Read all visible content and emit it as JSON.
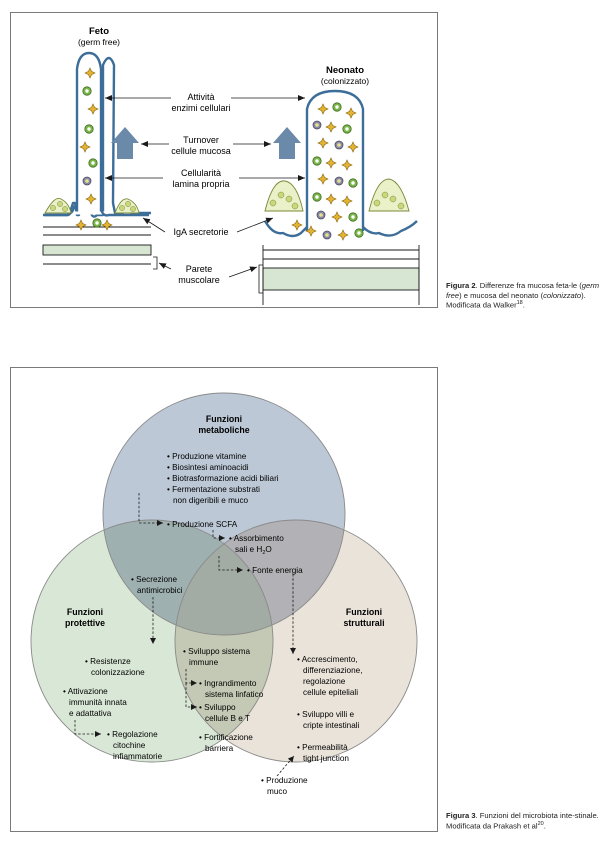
{
  "figure2": {
    "fetus_title": "Feto",
    "fetus_subtitle": "(germ free)",
    "newborn_title": "Neonato",
    "newborn_subtitle": "(colonizzato)",
    "labels": [
      {
        "line1": "Attività",
        "line2": "enzimi cellulari"
      },
      {
        "line1": "Turnover",
        "line2": "cellule mucosa"
      },
      {
        "line1": "Cellularità",
        "line2": "lamina propria"
      },
      {
        "line1": "IgA secretorie",
        "line2": ""
      },
      {
        "line1": "Parete",
        "line2": "muscolare"
      }
    ],
    "caption": {
      "label": "Figura 2",
      "text_a": ". Differenze fra mucosa feta-le (",
      "italic_a": "germ free",
      "text_b": ") e mucosa del neonato (",
      "italic_b": "colonizzato",
      "text_c": "). Modificata da Walker",
      "ref": "18",
      "end": "."
    },
    "colors": {
      "outline": "#3d6e99",
      "arrow_up": "#6b89a8",
      "muscle": "#d6e6d2",
      "crypt": "#eaf0c8"
    }
  },
  "figure3": {
    "metabolic": {
      "title_line1": "Funzioni",
      "title_line2": "metaboliche",
      "items": [
        "• Produzione vitamine",
        "• Biosintesi aminoacidi",
        "• Biotrasformazione acidi biliari",
        "• Fermentazione substrati",
        "non digeribili e muco"
      ],
      "scfa": "• Produzione SCFA",
      "absorption_line1": "• Assorbimento",
      "absorption_line2a": "sali e H",
      "absorption_sub": "2",
      "absorption_line2b": "O",
      "energy": "• Fonte energia"
    },
    "protective": {
      "title_line1": "Funzioni",
      "title_line2": "protettive",
      "secretion_line1": "• Secrezione",
      "secretion_line2": "antimicrobici",
      "resistance_line1": "• Resistenze",
      "resistance_line2": "colonizzazione",
      "activation": [
        "• Attivazione",
        "immunità innata",
        "e adattativa"
      ],
      "regulation": [
        "• Regolazione",
        "citochine",
        "infiammatorie"
      ]
    },
    "structural": {
      "title_line1": "Funzioni",
      "title_line2": "strutturali",
      "growth": [
        "• Accrescimento,",
        "differenziazione,",
        "regolazione",
        "cellule epiteliali"
      ],
      "villi": [
        "• Sviluppo villi e",
        "cripte intestinali"
      ],
      "permeability": [
        "• Permeabilità",
        "tight junction"
      ],
      "mucus": [
        "• Produzione",
        "muco"
      ]
    },
    "center": {
      "immune": [
        "• Sviluppo sistema",
        "immune"
      ],
      "lymph": [
        "• Ingrandimento",
        "sistema linfatico"
      ],
      "bt": [
        "• Sviluppo",
        "cellule B e T"
      ],
      "barrier": [
        "• Fortificazione",
        "barriera"
      ]
    },
    "caption": {
      "label": "Figura 3",
      "text": ". Funzioni del microbiota inte-stinale. Modificata da Prakash et al",
      "ref": "20",
      "end": "."
    },
    "colors": {
      "metabolic": "#bcc8d6",
      "protective": "#d9e8d6",
      "structural": "#eae3da",
      "center": "#c4c9b5",
      "edge": "#8a8a8a"
    }
  }
}
